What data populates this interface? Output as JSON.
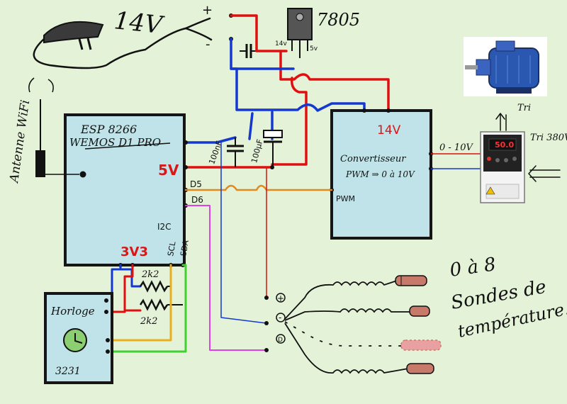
{
  "header": {
    "supply_label": "14V",
    "plus_sign": "+",
    "minus_sign": "-",
    "regulator_label": "7805",
    "reg_in_label": "14v",
    "reg_out_label": "5v"
  },
  "antenna": {
    "label": "Antenne WiFi"
  },
  "esp": {
    "title": "ESP 8266",
    "subtitle": "WEMOS D1 PRO",
    "pin_5v": "5V",
    "pin_d5": "D5",
    "pin_d6": "D6",
    "i2c_label": "I2C",
    "scl_label": "SCL",
    "sda_label": "SDA",
    "pin_3v3": "3V3"
  },
  "components": {
    "cap_100nf": "100nF",
    "cap_100uf": "100µF",
    "res1": "2k2",
    "res2": "2k2"
  },
  "clock": {
    "title": "Horloge",
    "model": "3231"
  },
  "converter": {
    "supply": "14V",
    "title": "Convertisseur",
    "subtitle": "PWM ⇒ 0 à 10V",
    "pwm_in": "PWM",
    "out_label": "0 - 10V"
  },
  "vfd": {
    "display": "50.0",
    "tri": "Tri",
    "tri380": "Tri 380V"
  },
  "probes": {
    "plus": "+",
    "minus": "-",
    "data": "D",
    "note_line1": "0 à 8",
    "note_line2": "Sondes de",
    "note_line3": "température."
  },
  "colors": {
    "red": "#e01010",
    "blue": "#1438d0",
    "orange": "#e08a20",
    "magenta": "#e040e8",
    "yellow": "#e8b020",
    "green": "#40d030",
    "box_fill": "#bfe3e8",
    "background": "#e4f2d8"
  }
}
